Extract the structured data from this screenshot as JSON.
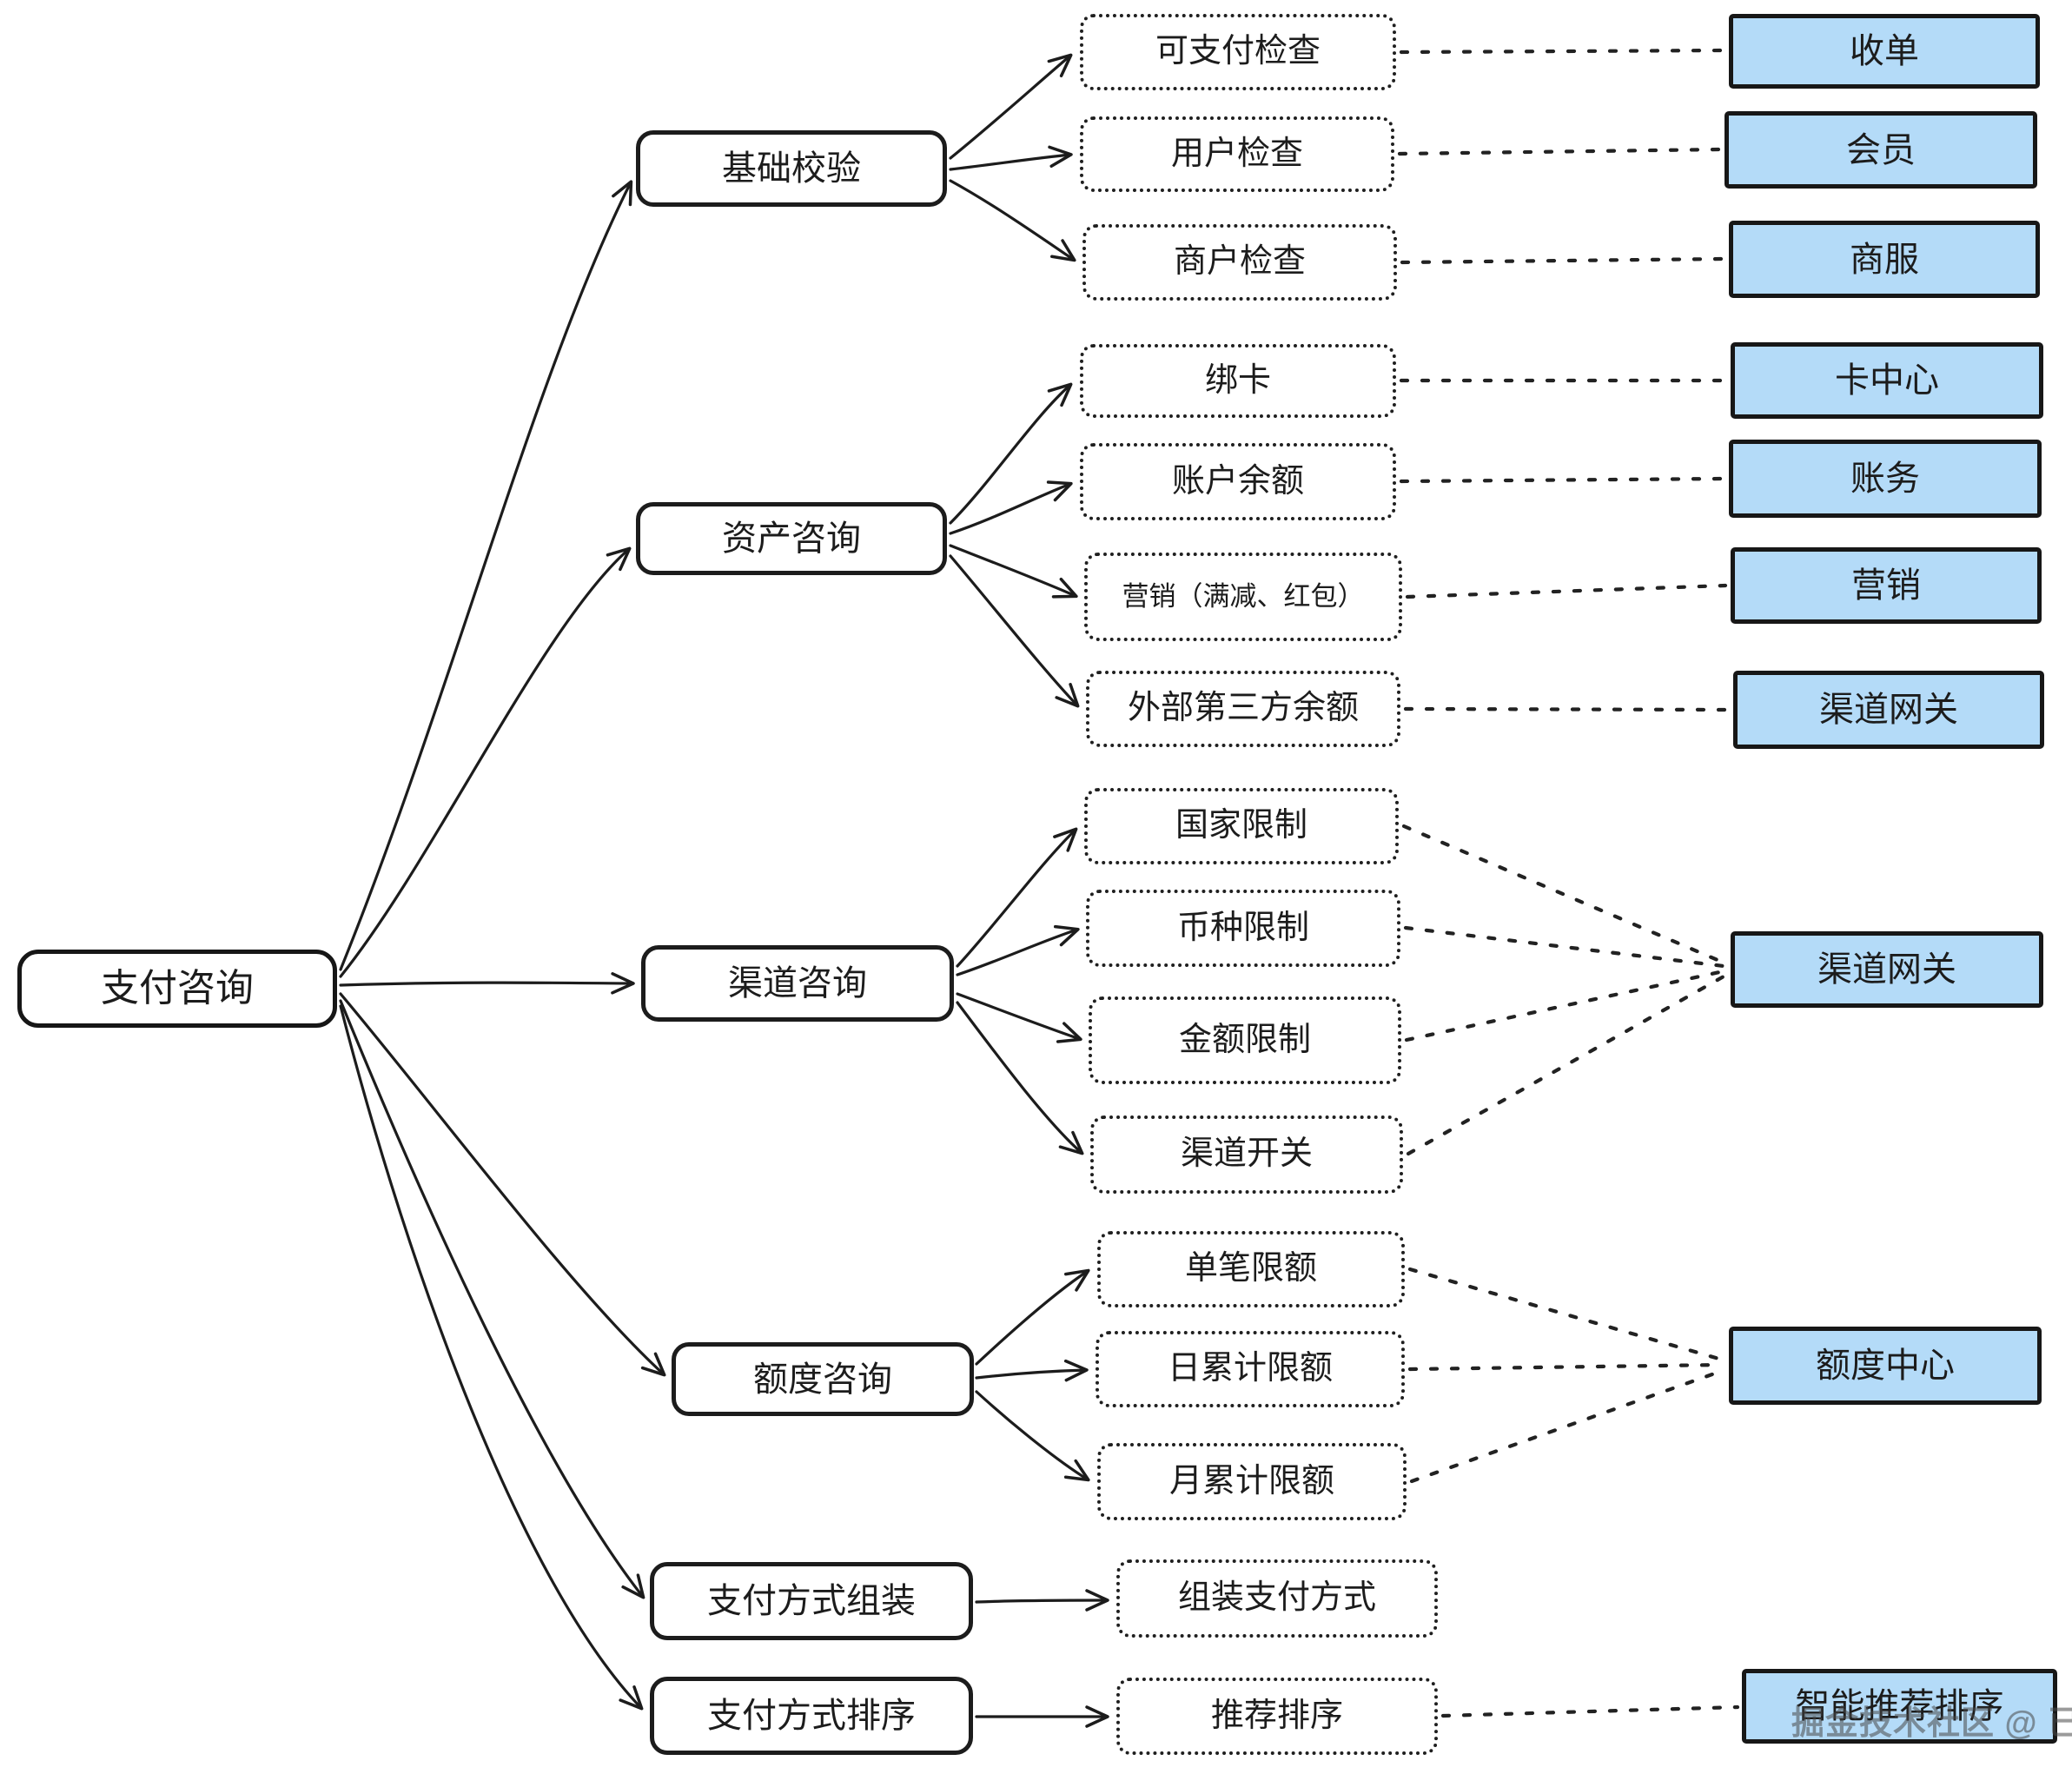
{
  "diagram": {
    "root": {
      "label": "支付咨询"
    },
    "stages": [
      {
        "label": "基础校验"
      },
      {
        "label": "资产咨询"
      },
      {
        "label": "渠道咨询"
      },
      {
        "label": "额度咨询"
      },
      {
        "label": "支付方式组装"
      },
      {
        "label": "支付方式排序"
      }
    ],
    "checks": [
      {
        "label": "可支付检查"
      },
      {
        "label": "用户检查"
      },
      {
        "label": "商户检查"
      },
      {
        "label": "绑卡"
      },
      {
        "label": "账户余额"
      },
      {
        "label": "营销（满减、红包）"
      },
      {
        "label": "外部第三方余额"
      },
      {
        "label": "国家限制"
      },
      {
        "label": "币种限制"
      },
      {
        "label": "金额限制"
      },
      {
        "label": "渠道开关"
      },
      {
        "label": "单笔限额"
      },
      {
        "label": "日累计限额"
      },
      {
        "label": "月累计限额"
      },
      {
        "label": "组装支付方式"
      },
      {
        "label": "推荐排序"
      }
    ],
    "services": [
      {
        "label": "收单"
      },
      {
        "label": "会员"
      },
      {
        "label": "商服"
      },
      {
        "label": "卡中心"
      },
      {
        "label": "账务"
      },
      {
        "label": "营销"
      },
      {
        "label": "渠道网关"
      },
      {
        "label": "渠道网关"
      },
      {
        "label": "额度中心"
      },
      {
        "label": "智能推荐排序"
      }
    ],
    "colors": {
      "stroke": "#1c1c1c",
      "service_fill": "#b4dbf8",
      "background": "#ffffff"
    }
  },
  "watermark": {
    "text": "掘金技术社区 @ 已注销"
  }
}
